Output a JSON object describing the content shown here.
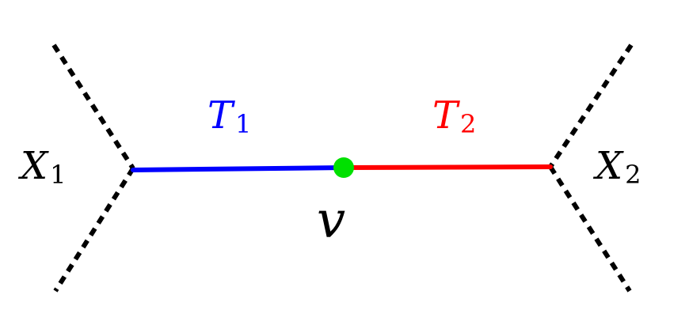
{
  "labels": {
    "x1": {
      "main": "X",
      "sub": "1"
    },
    "x2": {
      "main": "X",
      "sub": "2"
    },
    "t1": {
      "main": "T",
      "sub": "1"
    },
    "t2": {
      "main": "T",
      "sub": "2"
    },
    "v": "v"
  },
  "colors": {
    "t1_edge": "#0000ff",
    "t2_edge": "#ff0000",
    "vertex": "#00e000",
    "dashed": "#000000",
    "text": "#000000"
  }
}
